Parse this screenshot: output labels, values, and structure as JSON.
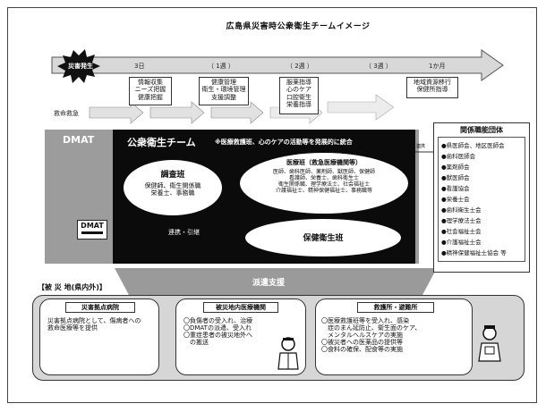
{
  "diagram": {
    "title": "広島県災害時公衆衛生チームイメージ",
    "disaster_label": "災害発生",
    "timeline": [
      "3日",
      "（ 1週 ）",
      "（ 2週 ）",
      "（ 3週 ）",
      "1か月"
    ],
    "phase_boxes": [
      {
        "lines": [
          "情報収集",
          "ニーズ把握",
          "健康把握"
        ]
      },
      {
        "lines": [
          "健康管理",
          "衛生・環境管理",
          "支援調整"
        ]
      },
      {
        "lines": [
          "服薬指導",
          "心のケア",
          "口腔衛生",
          "栄養指導"
        ]
      },
      {
        "lines": [
          "地域資源移行",
          "保健所指導"
        ]
      }
    ],
    "rescue_label": "救命救急",
    "dmat_label": "DMAT",
    "dmat_logo": "DMAT",
    "team": {
      "title": "公衆衛生チーム",
      "subtitle": "※医療救護班、心のケアの活動等を発展的に統合",
      "survey_title": "調査班",
      "survey_lines": [
        "保健師、衛生関係職",
        "栄養士、事務職"
      ],
      "medical_title": "医療班（救急医療機関等）",
      "medical_lines": [
        "医師、歯科医師、薬剤師、獣医師、保健師",
        "看護師、栄養士、歯科衛生士",
        "衛生関係職、理学療法士、社会福祉士",
        "介護福祉士、精神保健福祉士、事務職等"
      ],
      "coord_label": "連携・引継",
      "health_title": "保健衛生班"
    },
    "link_label": "連携",
    "orgs": {
      "title": "関係職能団体",
      "items": [
        "●県医師会、地区医師会",
        "●歯科医師会",
        "●薬剤師会",
        "●獣医師会",
        "●看護協会",
        "●栄養士会",
        "●歯科衛生士会",
        "●理学療法士会",
        "●社会福祉士会",
        "●介護福祉士会",
        "●精神保健福祉士協会 等"
      ]
    },
    "dispatch_label": "派遣支援",
    "area_label": "【被 災 地(県内外)】",
    "cards": [
      {
        "title": "災害拠点病院",
        "lines": [
          "災害拠点病院として、傷病者への",
          "救命医療等を提供"
        ]
      },
      {
        "title": "被災地内医療機関",
        "lines": [
          "〇負傷者の受入れ、治療",
          "〇DMATの派遣、受入れ",
          "〇重症患者の被災地外へ",
          "　の搬送"
        ]
      },
      {
        "title": "救護所・避難所",
        "lines": [
          "〇医療救護班等を受入れ、感染",
          "　症のまん延防止、衛生面のケア、",
          "　メンタルヘルスケアの実施",
          "〇被災者への医薬品の提供等",
          "〇食料の確保、配食等の実施"
        ]
      }
    ]
  }
}
